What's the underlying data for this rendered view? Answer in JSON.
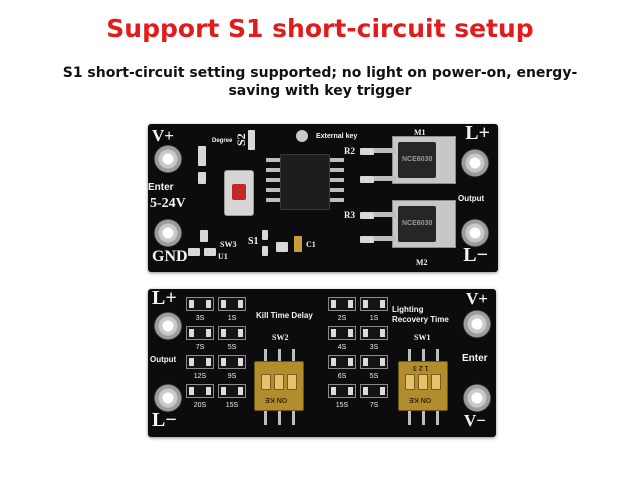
{
  "title": "Support S1 short-circuit setup",
  "subtitle": "S1 short-circuit setting supported; no light on power-on, energy-saving with key trigger",
  "top_board": {
    "v_plus_left": "V+",
    "l_plus": "L+",
    "degree": "Degree",
    "s2": "S2",
    "external_key": "External key",
    "m1": "M1",
    "r2": "R2",
    "mosfet_text": "NCE6030",
    "enter": "Enter",
    "voltage": "5-24V",
    "output": "Output",
    "r3": "R3",
    "sw3": "SW3",
    "u1": "U1",
    "s1": "S1",
    "c1": "C1",
    "gnd": "GND",
    "m2": "M2",
    "l_minus": "L−"
  },
  "bottom_board": {
    "l_plus": "L+",
    "v_plus": "V+",
    "kill_time_delay": "Kill Time Delay",
    "lighting_recovery": "Lighting Recovery Time",
    "sw2": "SW2",
    "sw1": "SW1",
    "output": "Output",
    "enter": "Enter",
    "l_minus": "L−",
    "v_minus": "V−",
    "dip_on": "ON KE",
    "dip_numbers": "1 2 3",
    "left_grid_labels": [
      "3S",
      "1S",
      "7S",
      "5S",
      "12S",
      "9S",
      "20S",
      "15S"
    ],
    "right_grid_labels": [
      "2S",
      "1S",
      "4S",
      "3S",
      "6S",
      "5S",
      "15S",
      "7S"
    ]
  }
}
